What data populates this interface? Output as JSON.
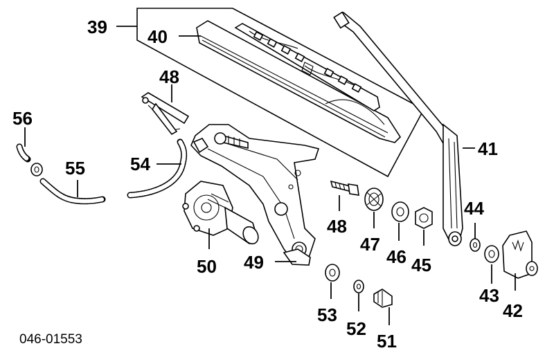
{
  "diagram": {
    "code": "046-01553",
    "callouts": [
      {
        "id": "c39",
        "label": "39"
      },
      {
        "id": "c40",
        "label": "40"
      },
      {
        "id": "c41",
        "label": "41"
      },
      {
        "id": "c42",
        "label": "42"
      },
      {
        "id": "c43",
        "label": "43"
      },
      {
        "id": "c44",
        "label": "44"
      },
      {
        "id": "c45",
        "label": "45"
      },
      {
        "id": "c46",
        "label": "46"
      },
      {
        "id": "c47",
        "label": "47"
      },
      {
        "id": "c48a",
        "label": "48"
      },
      {
        "id": "c48b",
        "label": "48"
      },
      {
        "id": "c49",
        "label": "49"
      },
      {
        "id": "c50",
        "label": "50"
      },
      {
        "id": "c51",
        "label": "51"
      },
      {
        "id": "c52",
        "label": "52"
      },
      {
        "id": "c53",
        "label": "53"
      },
      {
        "id": "c54",
        "label": "54"
      },
      {
        "id": "c55",
        "label": "55"
      },
      {
        "id": "c56",
        "label": "56"
      }
    ]
  }
}
